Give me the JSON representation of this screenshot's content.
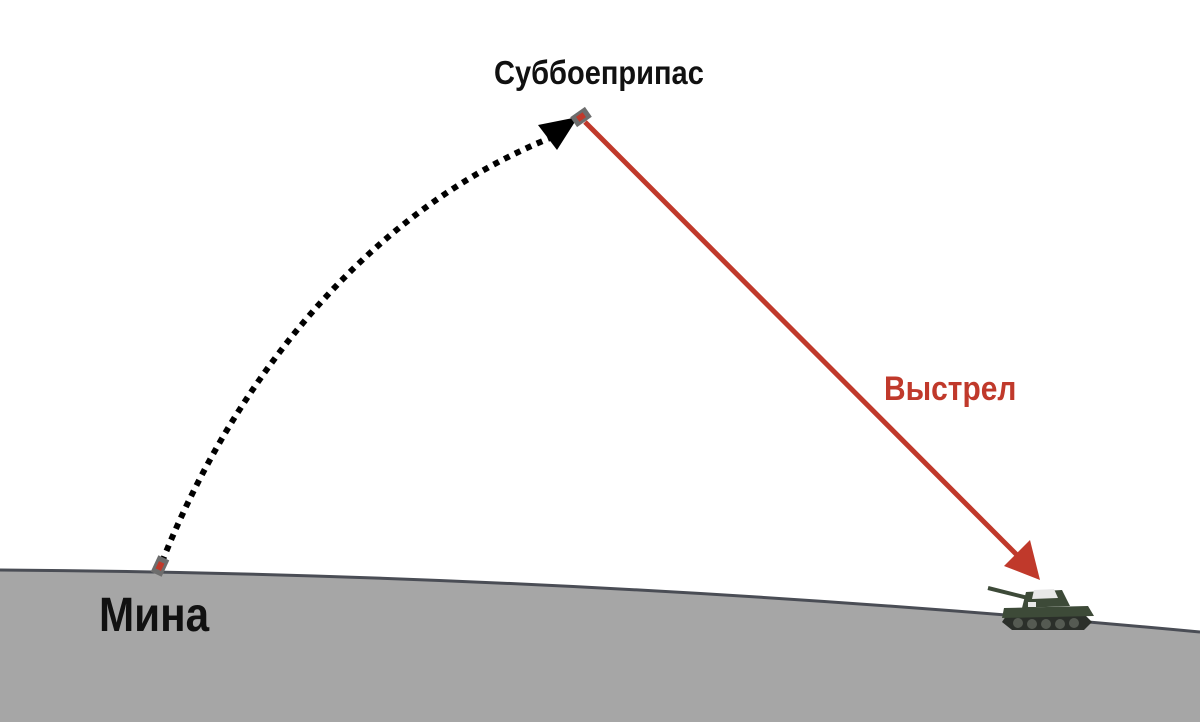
{
  "labels": {
    "submunition": "Суббоеприпас",
    "shot": "Выстрел",
    "mine": "Мина"
  },
  "colors": {
    "ground_fill": "#a6a6a6",
    "ground_line": "#4a4d55",
    "trajectory": "#000000",
    "shot": "#c0392b",
    "device_body": "#6d6d6d",
    "device_accent": "#c0392b",
    "tank_hull": "#3d4a38",
    "tank_white": "#e8e8e8"
  },
  "icons": {
    "mine": "mine-device-icon",
    "submunition": "submunition-device-icon",
    "target": "tank-icon"
  }
}
